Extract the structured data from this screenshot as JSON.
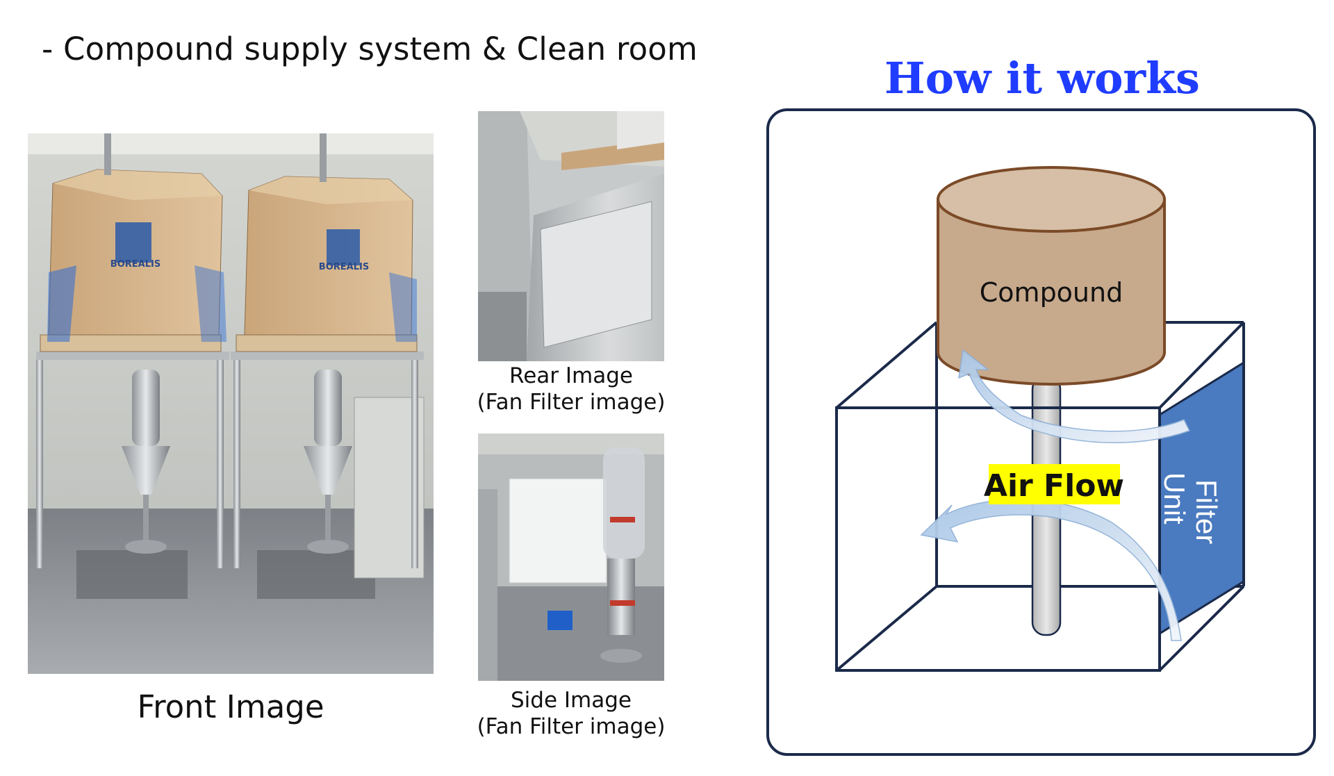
{
  "heading": "-  Compound supply system & Clean room",
  "photos": {
    "front": {
      "caption": "Front  Image"
    },
    "rear": {
      "caption_line1": "Rear Image",
      "caption_line2": "(Fan  Filter image)"
    },
    "side": {
      "caption_line1": "Side Image",
      "caption_line2": "(Fan  Filter image)"
    },
    "box_brand": "BOREALIS"
  },
  "diagram": {
    "title": "How it works",
    "compound_label": "Compound",
    "airflow_label": "Air Flow",
    "filter_label_line1": "Filter",
    "filter_label_line2": "Unit"
  },
  "colors": {
    "title_blue": "#1f3cff",
    "compound_fill": "#c7a98c",
    "compound_stroke": "#7b4a27",
    "filter_fill": "#4a7abf",
    "box_stroke": "#1b2a4a",
    "airflow_highlight": "#ffff00",
    "arrow_fill": "#c9dcef"
  }
}
